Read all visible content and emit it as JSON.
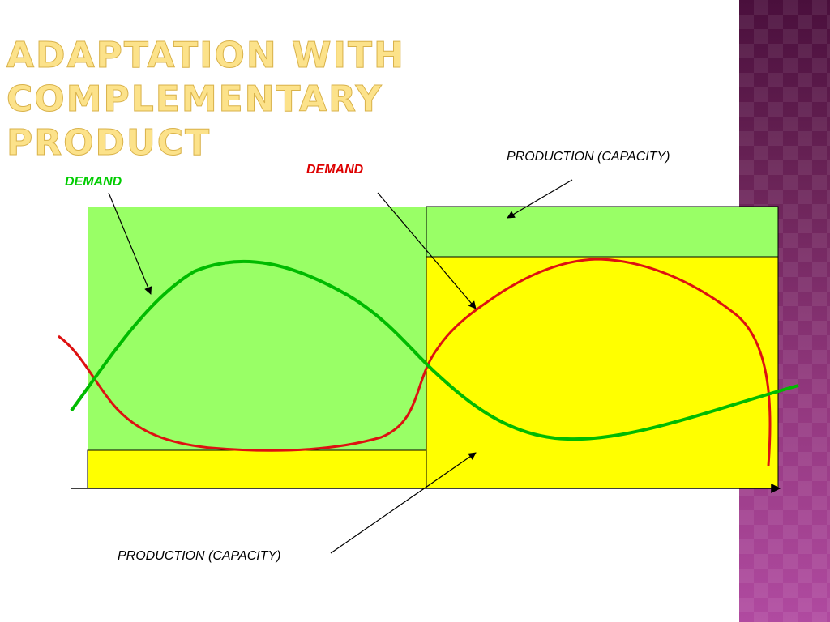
{
  "slide": {
    "title_line1": "ADAPTATION WITH COMPLEMENTARY",
    "title_line2": "PRODUCT"
  },
  "labels": {
    "demand_left": "DEMAND",
    "demand_right": "DEMAND",
    "production_top": "PRODUCTION (CAPACITY)",
    "production_bottom": "PRODUCTION (CAPACITY)"
  },
  "colors": {
    "green_area": "#99ff66",
    "yellow_area": "#ffff00",
    "green_curve": "#00bb00",
    "red_curve": "#dd1111",
    "demand_left_text": "#00cc00",
    "demand_right_text": "#dd0000",
    "title": "#fce28a"
  }
}
